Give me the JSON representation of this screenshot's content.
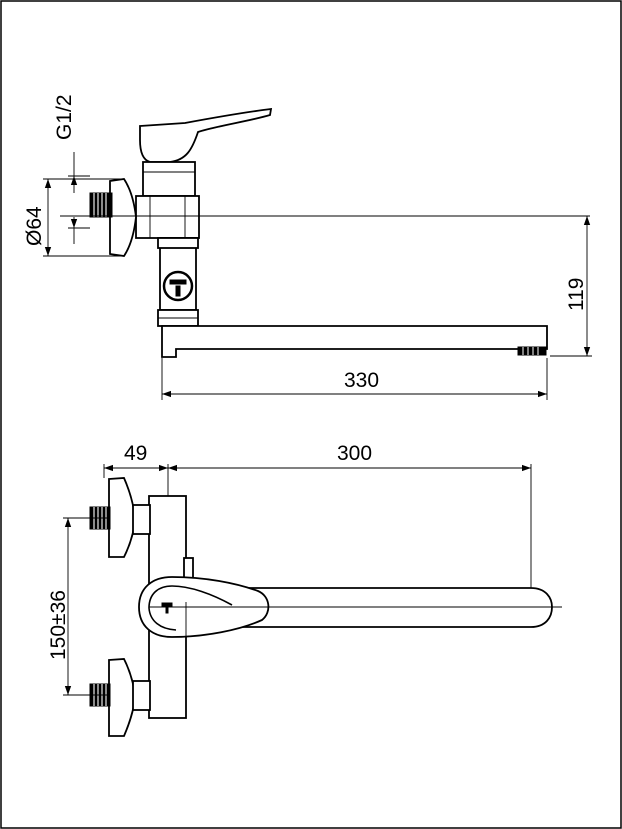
{
  "side_view": {
    "thread_label": "G1/2",
    "diameter_label": "Ø64",
    "height_label": "119",
    "length_label": "330"
  },
  "top_view": {
    "offset_label": "49",
    "reach_label": "300",
    "spacing_label": "150±36"
  }
}
